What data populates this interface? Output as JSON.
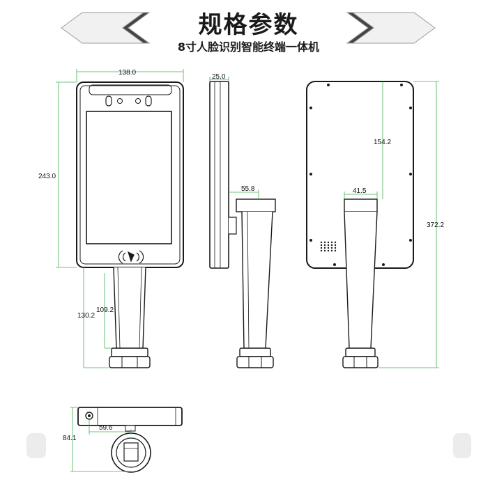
{
  "header": {
    "title": "规格参数",
    "subtitle": "8寸人脸识别智能终端一体机"
  },
  "dimensions": {
    "front_width": "138.0",
    "front_height": "243.0",
    "stand_height_outer": "130.2",
    "stand_height_inner": "109.2",
    "side_thickness": "25.0",
    "side_bracket": "55.8",
    "back_offset": "154.2",
    "back_bracket": "41.5",
    "total_height": "372.2",
    "bottom_depth": "84.1",
    "bottom_offset": "59.6"
  },
  "colors": {
    "outline": "#1a1a1a",
    "dimension_line": "#3fb34f",
    "header_arrow": "#cfcfcf"
  },
  "icons": [
    "nfc-icon",
    "camera-icon"
  ]
}
